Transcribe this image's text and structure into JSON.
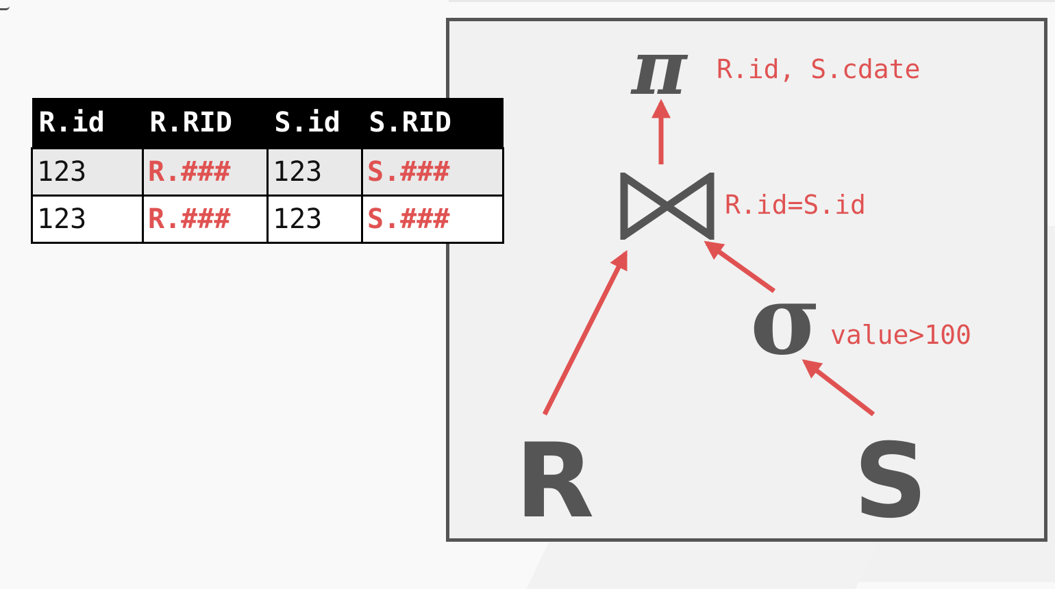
{
  "table": {
    "headers": [
      "R.id",
      "R.RID",
      "S.id",
      "S.RID"
    ],
    "rows": [
      [
        "123",
        "R.###",
        "123",
        "S.###"
      ],
      [
        "123",
        "R.###",
        "123",
        "S.###"
      ]
    ]
  },
  "plan": {
    "projection": {
      "symbol": "π",
      "label": "R.id, S.cdate"
    },
    "join": {
      "symbol": "⋈",
      "label": "R.id=S.id"
    },
    "selection": {
      "symbol": "σ",
      "label": "value>100"
    },
    "relations": [
      "R",
      "S"
    ]
  },
  "colors": {
    "accent": "#e05252",
    "operator": "#555555",
    "panel_border": "#555555",
    "panel_fill": "#f1f1f1",
    "table_header_bg": "#000000",
    "row_shaded": "#e9e9e9"
  },
  "icons": [
    "pi-icon",
    "join-bowtie-icon",
    "sigma-icon",
    "arrow-icon"
  ]
}
